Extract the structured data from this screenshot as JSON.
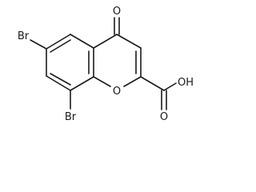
{
  "molecule": {
    "atoms": {
      "br6": "Br",
      "br8": "Br",
      "o_carbonyl": "O",
      "o_ring": "O",
      "oh": "OH",
      "o_acid": "O"
    }
  },
  "colors": {
    "bond": "#1a1a1a",
    "background": "#ffffff"
  }
}
